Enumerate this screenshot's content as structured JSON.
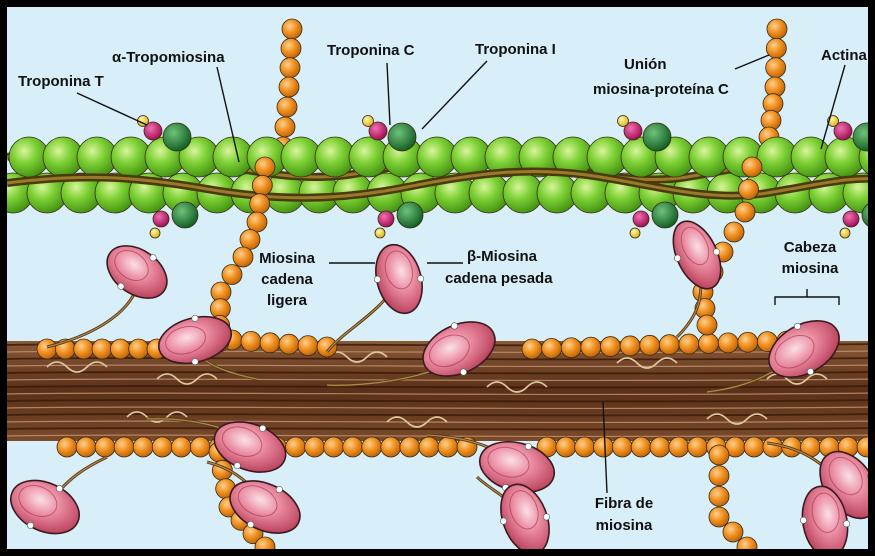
{
  "labels": {
    "troponina_t": "Troponina T",
    "alfa_tropomiosina": "α-Tropomiosina",
    "troponina_c": "Troponina C",
    "troponina_i": "Troponina I",
    "union_line1": "Unión",
    "union_line2": "miosina-proteína C",
    "actina": "Actina",
    "miosina_ligera_1": "Miosina",
    "miosina_ligera_2": "cadena",
    "miosina_ligera_3": "ligera",
    "beta_miosina_1": "β-Miosina",
    "beta_miosina_2": "cadena pesada",
    "cabeza_1": "Cabeza",
    "cabeza_2": "miosina",
    "fibra_1": "Fibra de",
    "fibra_2": "miosina"
  },
  "colors": {
    "background": "#d8eef8",
    "actin": "#6cc428",
    "troponin_c": "#1e7a2e",
    "troponin_t": "#c8146e",
    "troponin_i": "#f0d030",
    "orange_chain": "#e8841a",
    "myosin_head": "#e0708a",
    "myosin_fiber": "#6a3a1e"
  }
}
